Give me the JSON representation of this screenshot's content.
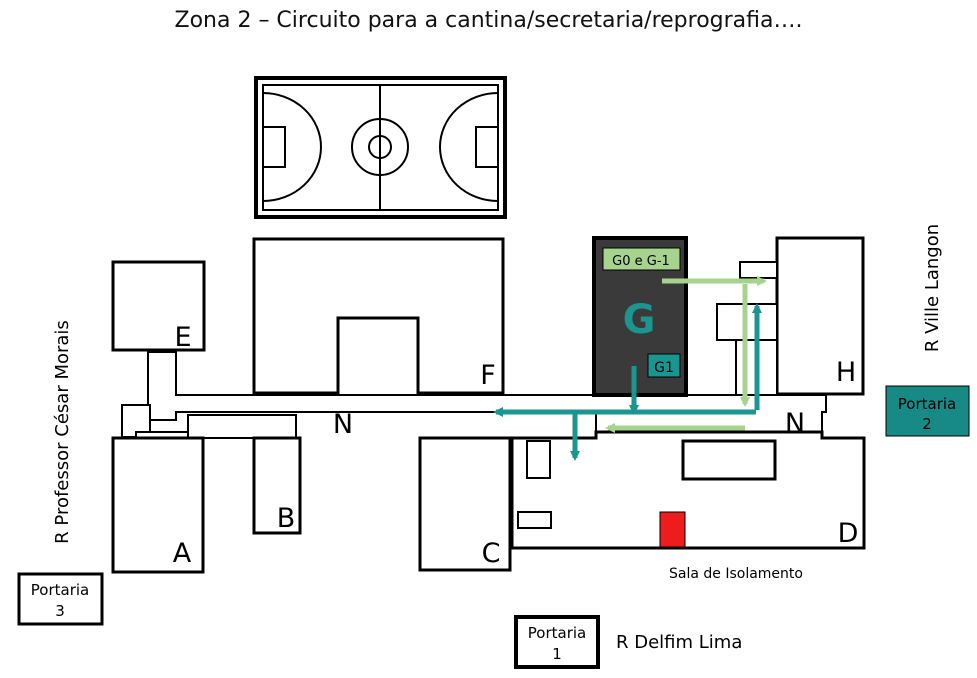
{
  "title": "Zona 2 – Circuito para a cantina/secretaria/reprografia….",
  "colors": {
    "teal": "#1a9590",
    "light_green": "#a6d48e",
    "dark_building": "#3a3a3a",
    "isolation_red": "#ee1c1c",
    "portaria_teal": "#188a86"
  },
  "buildings": {
    "A": "A",
    "B": "B",
    "C": "C",
    "D": "D",
    "E": "E",
    "F": "F",
    "H": "H",
    "N1": "N",
    "N2": "N"
  },
  "building_g": {
    "name": "G",
    "level_label": "G0 e G-1",
    "g1_label": "G1"
  },
  "isolation_room": "Sala de Isolamento",
  "portarias": {
    "p1_line1": "Portaria",
    "p1_line2": "1",
    "p2_line1": "Portaria",
    "p2_line2": "2",
    "p3_line1": "Portaria",
    "p3_line2": "3"
  },
  "streets": {
    "left": "R Professor César Morais",
    "right": "R Ville Langon",
    "bottom": "R Delfim Lima"
  }
}
